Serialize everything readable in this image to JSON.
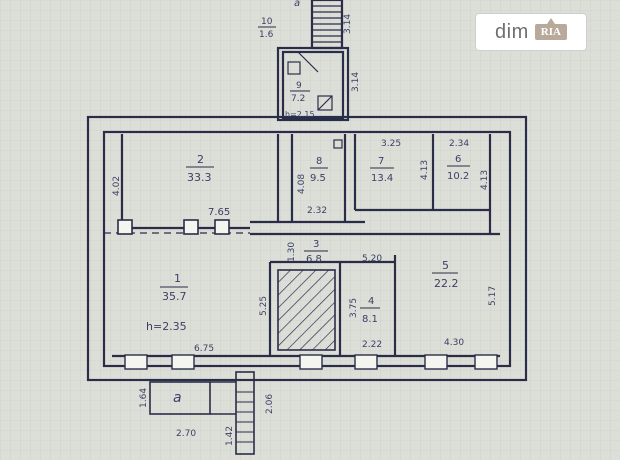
{
  "watermark": {
    "brand": "dim",
    "badge": "RIA"
  },
  "corner_mark": "a",
  "rooms": [
    {
      "num": "1",
      "area": "35.7"
    },
    {
      "num": "2",
      "area": "33.3"
    },
    {
      "num": "3",
      "area": "6.8"
    },
    {
      "num": "4",
      "area": "8.1"
    },
    {
      "num": "5",
      "area": "22.2"
    },
    {
      "num": "6",
      "area": "10.2"
    },
    {
      "num": "7",
      "area": "13.4"
    },
    {
      "num": "8",
      "area": "9.5"
    },
    {
      "num": "9",
      "area": "7.2"
    },
    {
      "num": "10",
      "area": "1.6"
    }
  ],
  "porch_label": "a",
  "ceiling_height": "h=2.35",
  "ceiling_height_small": "h=2.15",
  "dims": {
    "d_3_14_top": "3.14",
    "d_3_14_side": "3.14",
    "d_4_02": "4.02",
    "d_7_65": "7.65",
    "d_4_08": "4.08",
    "d_2_32": "2.32",
    "d_3_25": "3.25",
    "d_2_34": "2.34",
    "d_4_13a": "4.13",
    "d_4_13b": "4.13",
    "d_1_30": "1.30",
    "d_5_20": "5.20",
    "d_5_25": "5.25",
    "d_3_75": "3.75",
    "d_5_17": "5.17",
    "d_2_22": "2.22",
    "d_4_30": "4.30",
    "d_6_75": "6.75",
    "d_1_64": "1.64",
    "d_2_06": "2.06",
    "d_2_70": "2.70",
    "d_1_42": "1.42"
  }
}
